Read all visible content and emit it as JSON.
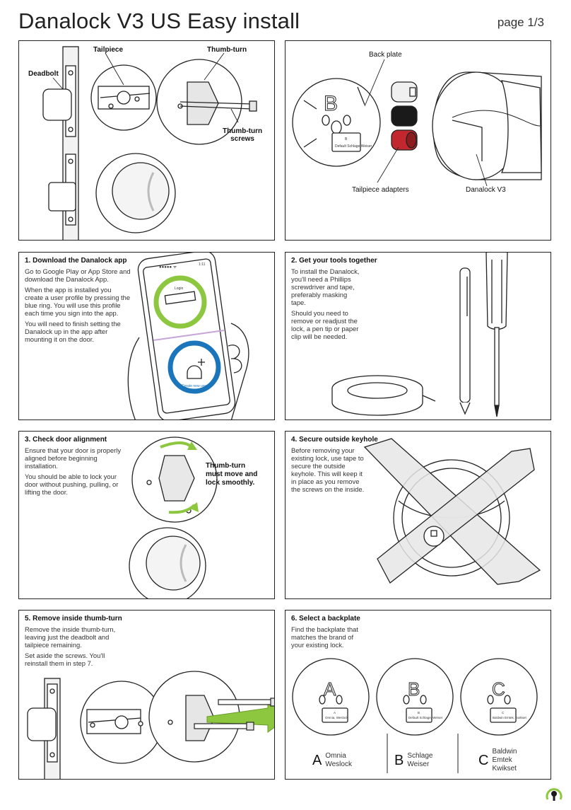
{
  "header": {
    "title": "Danalock V3 US Easy install",
    "page": "page 1/3"
  },
  "overview_left": {
    "labels": {
      "tailpiece": "Tailpiece",
      "thumb_turn": "Thumb-turn",
      "deadbolt": "Deadbolt",
      "thumb_turn_screws_1": "Thumb-turn",
      "thumb_turn_screws_2": "screws"
    }
  },
  "overview_right": {
    "labels": {
      "back_plate": "Back plate",
      "tailpiece_adapters": "Tailpiece adapters",
      "danalock": "Danalock V3"
    },
    "plate": {
      "letter": "B",
      "tag_letter": "B",
      "tag_text": "Default Schlage Weiser"
    }
  },
  "step1": {
    "title": "1. Download the Danalock app",
    "paragraphs": [
      "Go to Google Play or App Store and download the Danalock App.",
      "When the app is installed you create a user profile by pressing the blue ring. You will use this profile each time you sign into the app.",
      "You will need to finish setting the Danalock up in the app after mounting it on the door."
    ],
    "phone": {
      "status": "●●●●● ᯤ",
      "time": "1:11",
      "ring1_label": "Login",
      "ring2_label": "Create new user"
    }
  },
  "step2": {
    "title": "2. Get your tools together",
    "paragraphs": [
      "To install the Danalock, you'll need a Phillips screwdriver and tape, preferably masking tape.",
      "Should you need to remove or readjust the lock, a pen tip or paper clip will be needed."
    ]
  },
  "step3": {
    "title": "3. Check door alignment",
    "paragraphs": [
      "Ensure that your door is properly aligned before beginning installation.",
      "You should be able to lock your door without pushing, pulling, or lifting the door."
    ],
    "note_lines": [
      "Thumb-turn",
      "must move and",
      "lock smoothly."
    ]
  },
  "step4": {
    "title": "4. Secure outside keyhole",
    "paragraphs": [
      "Before removing your existing lock, use tape to secure the outside keyhole. This will keep it in place as you remove the screws on the inside."
    ]
  },
  "step5": {
    "title": "5. Remove inside thumb-turn",
    "paragraphs": [
      "Remove the inside thumb-turn, leaving just the deadbolt and tailpiece remaining.",
      "Set aside the screws. You'll reinstall them in step 7."
    ]
  },
  "step6": {
    "title": "6. Select a backplate",
    "paragraphs": [
      "Find the backplate that matches the brand of your existing lock."
    ],
    "plates": [
      {
        "letter": "A",
        "tag_letter": "A",
        "tag_text": "Omnia, Weslock",
        "names": [
          "Omnia",
          "Weslock"
        ]
      },
      {
        "letter": "B",
        "tag_letter": "B",
        "tag_text": "Default Schlage, Weiser",
        "names": [
          "Schlage",
          "Weiser"
        ]
      },
      {
        "letter": "C",
        "tag_letter": "C",
        "tag_text": "Baldwin Emtek, Kwikset",
        "names": [
          "Baldwin",
          "Emtek",
          "Kwikset"
        ]
      }
    ]
  },
  "colors": {
    "green": "#8dc63f",
    "blue": "#1b75bb",
    "red": "#c1272d",
    "black": "#1a1a1a"
  }
}
